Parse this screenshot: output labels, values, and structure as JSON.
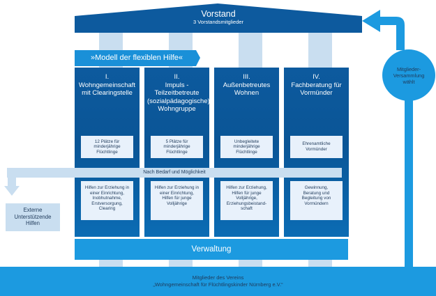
{
  "roof": {
    "title": "Vorstand",
    "subtitle": "3 Vorstandsmitglieder"
  },
  "model_banner": "»Modell der flexiblen Hilfe«",
  "columns": [
    {
      "numeral": "I.",
      "title_lines": [
        "Wohngemeinschaft",
        "mit Clearingstelle"
      ],
      "places": [
        "12 Plätze für",
        "minderjährige",
        "Flüchtlinge"
      ],
      "services": [
        "Hilfen zur Erziehung in",
        "einer Einrichtung,",
        "Inobhutnahme,",
        "Erstversorgung,",
        "Clearing"
      ]
    },
    {
      "numeral": "II.",
      "title_lines": [
        "Impuls -",
        "Teilzeitbetreute",
        "(sozialpädagogische)",
        "Wohngruppe"
      ],
      "places": [
        "5 Plätze für",
        "minderjährige",
        "Flüchtlinge"
      ],
      "services": [
        "Hilfen zur Erziehung in",
        "einer Einrichtung,",
        "Hilfen für junge",
        "Volljährige"
      ]
    },
    {
      "numeral": "III.",
      "title_lines": [
        "Außenbetreutes",
        "Wohnen"
      ],
      "places": [
        "Unbegleitete",
        "minderjährige",
        "Flüchtlinge"
      ],
      "services": [
        "Hilfen zur Erziehung,",
        "Hilfen für junge",
        "Volljährige,",
        "Erziehungsbeistand-",
        "schaft"
      ]
    },
    {
      "numeral": "IV.",
      "title_lines": [
        "Fachberatung für",
        "Vormünder"
      ],
      "places": [
        "Ehrenamtliche",
        "Vormünder"
      ],
      "services": [
        "Gewinnung,",
        "Beratung und",
        "Begleitung von",
        "Vormündern"
      ]
    }
  ],
  "band_label": "Nach Bedarf und Möglichkeit",
  "external": [
    "Externe",
    "Unterstützende",
    "Hilfen"
  ],
  "administration": "Verwaltung",
  "base": {
    "line1": "Mitglieder des Vereins",
    "line2": "„Wohngemeinschaft für Flüchtlingskinder Nürnberg e.V.“"
  },
  "assembly": [
    "Mitglieder-",
    "Versammlung",
    "wählt"
  ],
  "colors": {
    "dark_blue": "#0d5a9e",
    "medium_blue": "#1a82cc",
    "light_blue": "#c9def0",
    "pale_blue": "#e8f1fb",
    "bright_blue": "#1c9ae0"
  }
}
